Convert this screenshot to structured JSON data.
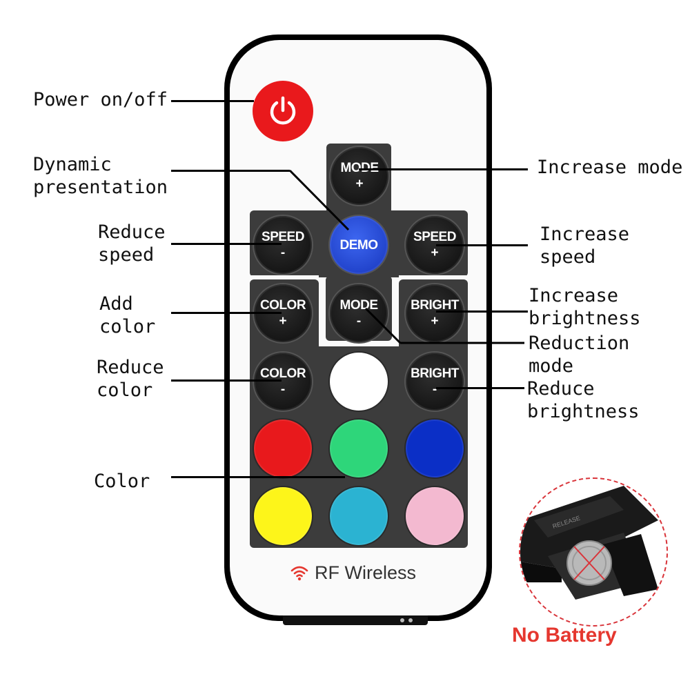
{
  "remote": {
    "power_button": {
      "icon": "power-icon",
      "color": "#e9191c"
    },
    "buttons": {
      "mode_plus": {
        "line1": "MODE",
        "line2": "+"
      },
      "demo": {
        "line1": "DEMO",
        "color": "#2a4fd6"
      },
      "speed_minus": {
        "line1": "SPEED",
        "line2": "-"
      },
      "speed_plus": {
        "line1": "SPEED",
        "line2": "+"
      },
      "color_plus": {
        "line1": "COLOR",
        "line2": "+"
      },
      "mode_minus": {
        "line1": "MODE",
        "line2": "-"
      },
      "bright_plus": {
        "line1": "BRIGHT",
        "line2": "+"
      },
      "color_minus": {
        "line1": "COLOR",
        "line2": "-"
      },
      "bright_minus": {
        "line1": "BRIGHT",
        "line2": "-"
      }
    },
    "color_buttons": [
      {
        "name": "white",
        "color": "#ffffff"
      },
      {
        "name": "red",
        "color": "#e8191c"
      },
      {
        "name": "green",
        "color": "#2ed67a"
      },
      {
        "name": "blue",
        "color": "#0b2fc6"
      },
      {
        "name": "yellow",
        "color": "#fdf51a"
      },
      {
        "name": "cyan",
        "color": "#2bb3d2"
      },
      {
        "name": "pink",
        "color": "#f3b9d0"
      }
    ],
    "footer": {
      "icon": "wifi-icon",
      "text": "RF Wireless"
    }
  },
  "annotations": {
    "power": "Power on/off",
    "dynamic": "Dynamic\npresentation",
    "reduce_speed": "Reduce\nspeed",
    "add_color": "Add\ncolor",
    "reduce_color": "Reduce\ncolor",
    "color": "Color",
    "increase_mode": "Increase mode",
    "increase_speed": "Increase\nspeed",
    "increase_bright": "Increase\nbrightness",
    "reduction_mode": "Reduction\nmode",
    "reduce_bright": "Reduce\nbrightness"
  },
  "battery_inset": {
    "release_text": "RELEASE",
    "caption": "No Battery",
    "accent": "#e5372f"
  }
}
